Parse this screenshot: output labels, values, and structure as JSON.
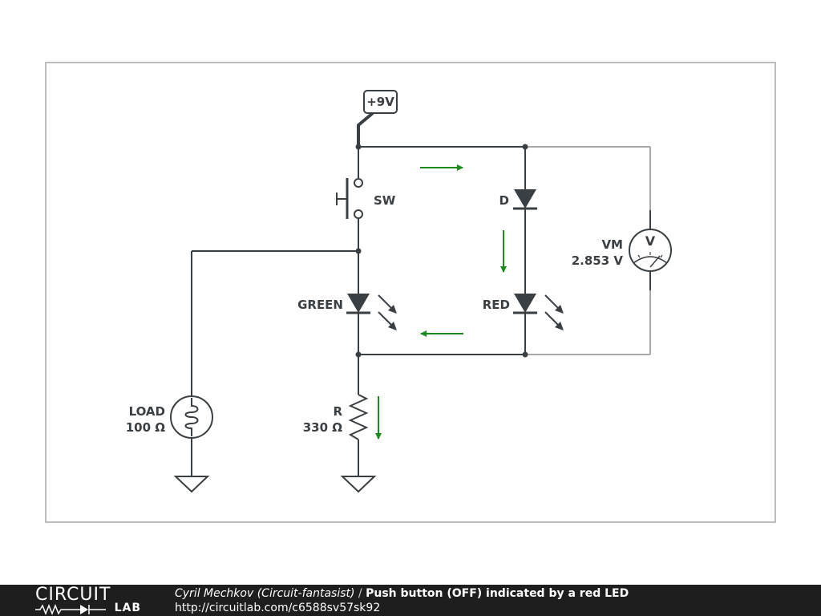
{
  "footer": {
    "logo_top": "CIRCUIT",
    "logo_bottom": "LAB",
    "author": "Cyril Mechkov (Circuit-fantasist)",
    "separator": " / ",
    "title": "Push button (OFF) indicated by a red LED",
    "url": "http://circuitlab.com/c6588sv57sk92"
  },
  "schematic": {
    "supply_label": "+9V",
    "switch_label": "SW",
    "diode_label": "D",
    "green_led_label": "GREEN",
    "red_led_label": "RED",
    "voltmeter_name": "VM",
    "voltmeter_reading": "2.853 V",
    "voltmeter_symbol": "V",
    "load_name": "LOAD",
    "load_value": "100 Ω",
    "resistor_name": "R",
    "resistor_value": "330 Ω"
  },
  "colors": {
    "wire": "#3a3f44",
    "probe_wire": "#a8a8a8",
    "current_arrow": "#1a8a1a",
    "frame": "#bdbdbd",
    "footer_bg": "#1e1e1e"
  }
}
